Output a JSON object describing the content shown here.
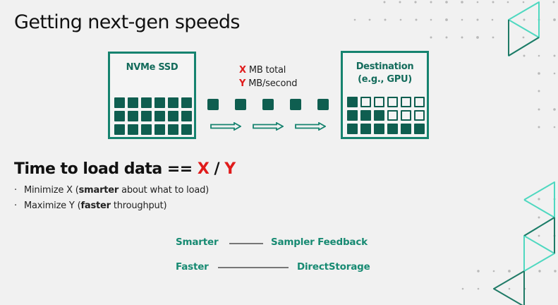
{
  "slide": {
    "title": "Getting next-gen speeds",
    "diagram": {
      "source": {
        "label": "NVMe SSD",
        "grid": [
          [
            "full",
            "full",
            "full",
            "full",
            "full",
            "full"
          ],
          [
            "full",
            "full",
            "full",
            "full",
            "full",
            "full"
          ],
          [
            "full",
            "full",
            "full",
            "full",
            "full",
            "full"
          ]
        ]
      },
      "legend": [
        {
          "var": "X",
          "text": "MB total"
        },
        {
          "var": "Y",
          "text": "MB/second"
        }
      ],
      "packets_count": 5,
      "arrows_count": 3,
      "destination": {
        "label_line1": "Destination",
        "label_line2": "(e.g., GPU)",
        "grid": [
          [
            "full",
            "empty",
            "empty",
            "empty",
            "empty",
            "empty"
          ],
          [
            "full",
            "full",
            "full",
            "empty",
            "empty",
            "empty"
          ],
          [
            "full",
            "full",
            "full",
            "full",
            "full",
            "full"
          ]
        ]
      }
    },
    "formula": {
      "prefix": "Time to load data == ",
      "x": "X",
      "sep": " / ",
      "y": "Y"
    },
    "bullets": [
      {
        "dot": "·",
        "pre": "Minimize X (",
        "bold": "smarter",
        "post": " about what to load)"
      },
      {
        "dot": "·",
        "pre": "Maximize Y (",
        "bold": "faster",
        "post": " throughput)"
      }
    ],
    "mappings": [
      {
        "left": "Smarter",
        "right": "Sampler Feedback"
      },
      {
        "left": "Faster",
        "right": "DirectStorage"
      }
    ],
    "colors": {
      "accent_dark": "#0f5e50",
      "accent_border": "#16836f",
      "accent_text": "#178a72",
      "highlight_red": "#e01b1b",
      "deco_light": "#4fd8c0",
      "deco_dark": "#1f7a66",
      "background": "#f1f1f1"
    }
  }
}
